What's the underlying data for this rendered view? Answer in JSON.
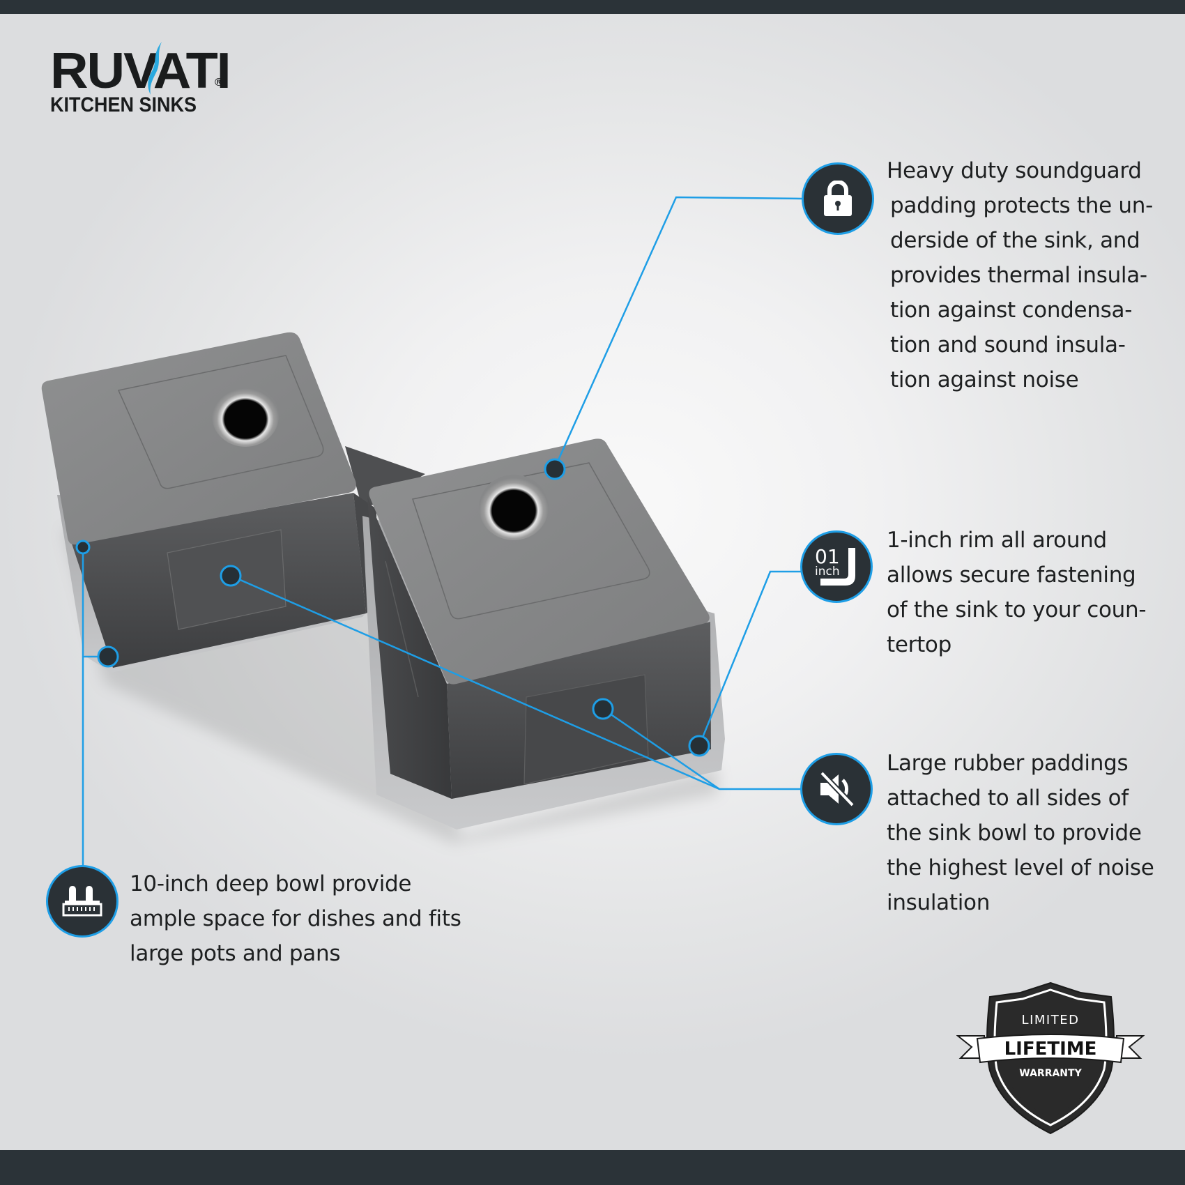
{
  "brand": {
    "name_part1": "RUV",
    "name_part2": "ATI",
    "registered_mark": "®",
    "subtitle": "KITCHEN SINKS",
    "accent_color": "#29a9e0"
  },
  "colors": {
    "bar": "#2b3338",
    "icon_circle_fill": "#2a3136",
    "icon_circle_border": "#1e9ee6",
    "connector_line": "#1e9ee6",
    "text": "#1d1f20"
  },
  "features": [
    {
      "id": "soundguard",
      "icon": "lock-icon",
      "lines": [
        "Heavy duty soundguard",
        "padding protects the un-",
        "derside of the sink, and",
        "provides thermal insula-",
        "tion against condensa-",
        "tion and sound insula-",
        "tion against noise"
      ]
    },
    {
      "id": "rim",
      "icon": "rim-01-inch-icon",
      "icon_number": "01",
      "icon_unit": "inch",
      "lines": [
        "1-inch rim all around",
        "allows secure fastening",
        "of the sink to your coun-",
        "tertop"
      ]
    },
    {
      "id": "rubber-paddings",
      "icon": "mute-speaker-icon",
      "lines": [
        "Large rubber paddings",
        "attached to all sides of",
        "the sink bowl to provide",
        "the highest level of noise",
        "insulation"
      ]
    },
    {
      "id": "deep-bowl",
      "icon": "depth-ruler-icon",
      "lines": [
        "10-inch deep bowl provide",
        "ample space for dishes and fits",
        "large pots and pans"
      ]
    }
  ],
  "warranty_badge": {
    "top": "LIMITED",
    "middle": "LIFETIME",
    "bottom": "WARRANTY"
  }
}
